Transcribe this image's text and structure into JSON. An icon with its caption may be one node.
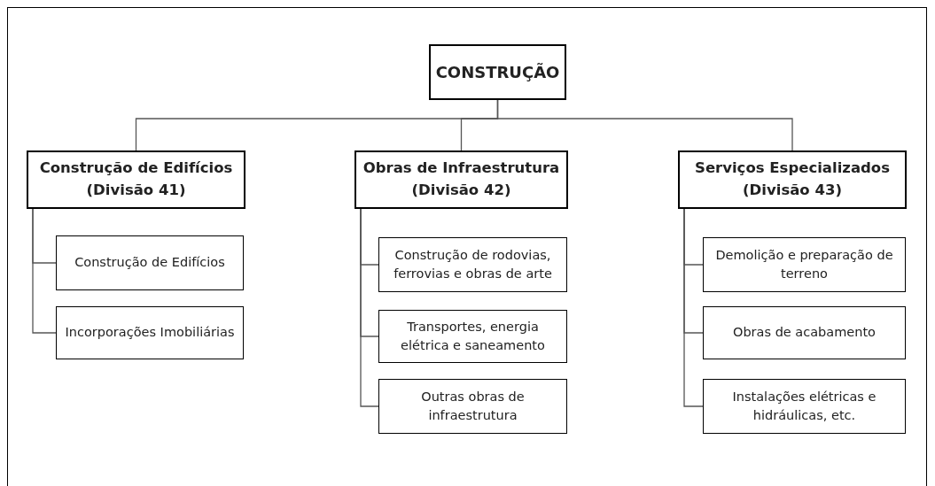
{
  "diagram": {
    "nodes": [
      {
        "text": [
          "CONSTRUÇÃO"
        ]
      },
      {
        "text": [
          "Construção de Edifícios",
          "(Divisão 41)"
        ]
      },
      {
        "text": [
          "Obras de Infraestrutura",
          "(Divisão 42)"
        ]
      },
      {
        "text": [
          "Serviços Especializados",
          "(Divisão 43)"
        ]
      },
      {
        "text": [
          "Construção de Edifícios"
        ]
      },
      {
        "text": [
          "Incorporações Imobiliárias"
        ]
      },
      {
        "text": [
          "Construção de rodovias, ferrovias e obras de arte"
        ]
      },
      {
        "text": [
          "Transportes, energia elétrica e saneamento"
        ]
      },
      {
        "text": [
          "Outras obras de infraestrutura"
        ]
      },
      {
        "text": [
          "Demolição e preparação de terreno"
        ]
      },
      {
        "text": [
          "Obras de acabamento"
        ]
      },
      {
        "text": [
          "Instalações elétricas e hidráulicas, etc."
        ]
      }
    ],
    "edges": [
      {
        "from": 0,
        "to": 1,
        "arrow": "none"
      },
      {
        "from": 0,
        "to": 2,
        "arrow": "none"
      },
      {
        "from": 0,
        "to": 3,
        "arrow": "none"
      },
      {
        "from": 1,
        "to": 4,
        "arrow": "none"
      },
      {
        "from": 1,
        "to": 5,
        "arrow": "none"
      },
      {
        "from": 2,
        "to": 6,
        "arrow": "none"
      },
      {
        "from": 2,
        "to": 7,
        "arrow": "none"
      },
      {
        "from": 2,
        "to": 8,
        "arrow": "none"
      },
      {
        "from": 3,
        "to": 9,
        "arrow": "none"
      },
      {
        "from": 3,
        "to": 10,
        "arrow": "none"
      },
      {
        "from": 3,
        "to": 11,
        "arrow": "none"
      }
    ]
  }
}
